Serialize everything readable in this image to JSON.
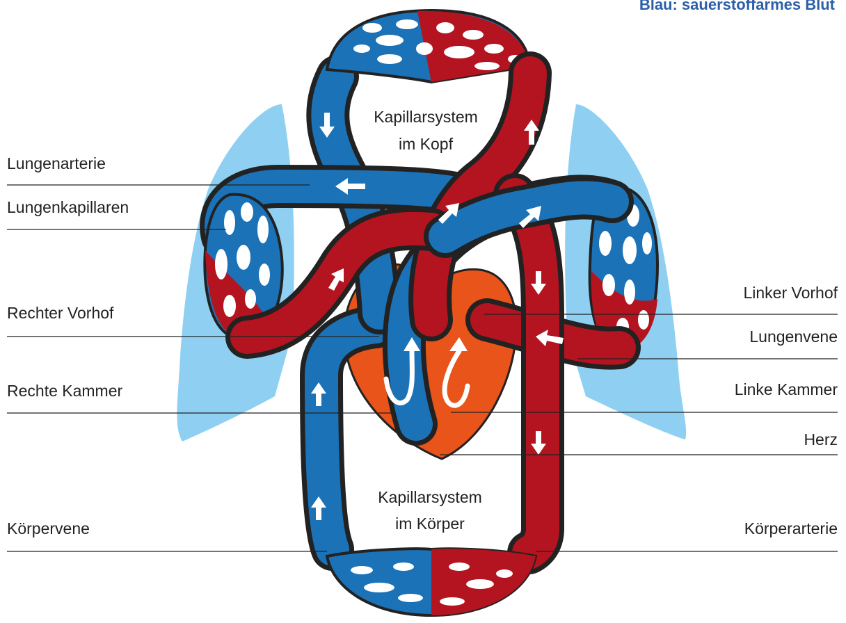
{
  "legend": {
    "blue": "Blau: sauerstoffarmes Blut"
  },
  "captions": {
    "head_line1": "Kapillarsystem",
    "head_line2": "im Kopf",
    "body_line1": "Kapillarsystem",
    "body_line2": "im Körper"
  },
  "labels": {
    "left": [
      "Lungenarterie",
      "Lungenkapillaren",
      "Rechter Vorhof",
      "Rechte Kammer",
      "Körpervene"
    ],
    "right": [
      "Linker Vorhof",
      "Lungenvene",
      "Linke Kammer",
      "Herz",
      "Körperarterie"
    ]
  },
  "colors": {
    "oxygen_poor_blue": "#1b72b7",
    "oxygen_rich_red": "#b3141f",
    "outline": "#222222",
    "lung": "#8fd0f2",
    "heart": "#e8541a",
    "legend_text": "#2c5fa8"
  }
}
